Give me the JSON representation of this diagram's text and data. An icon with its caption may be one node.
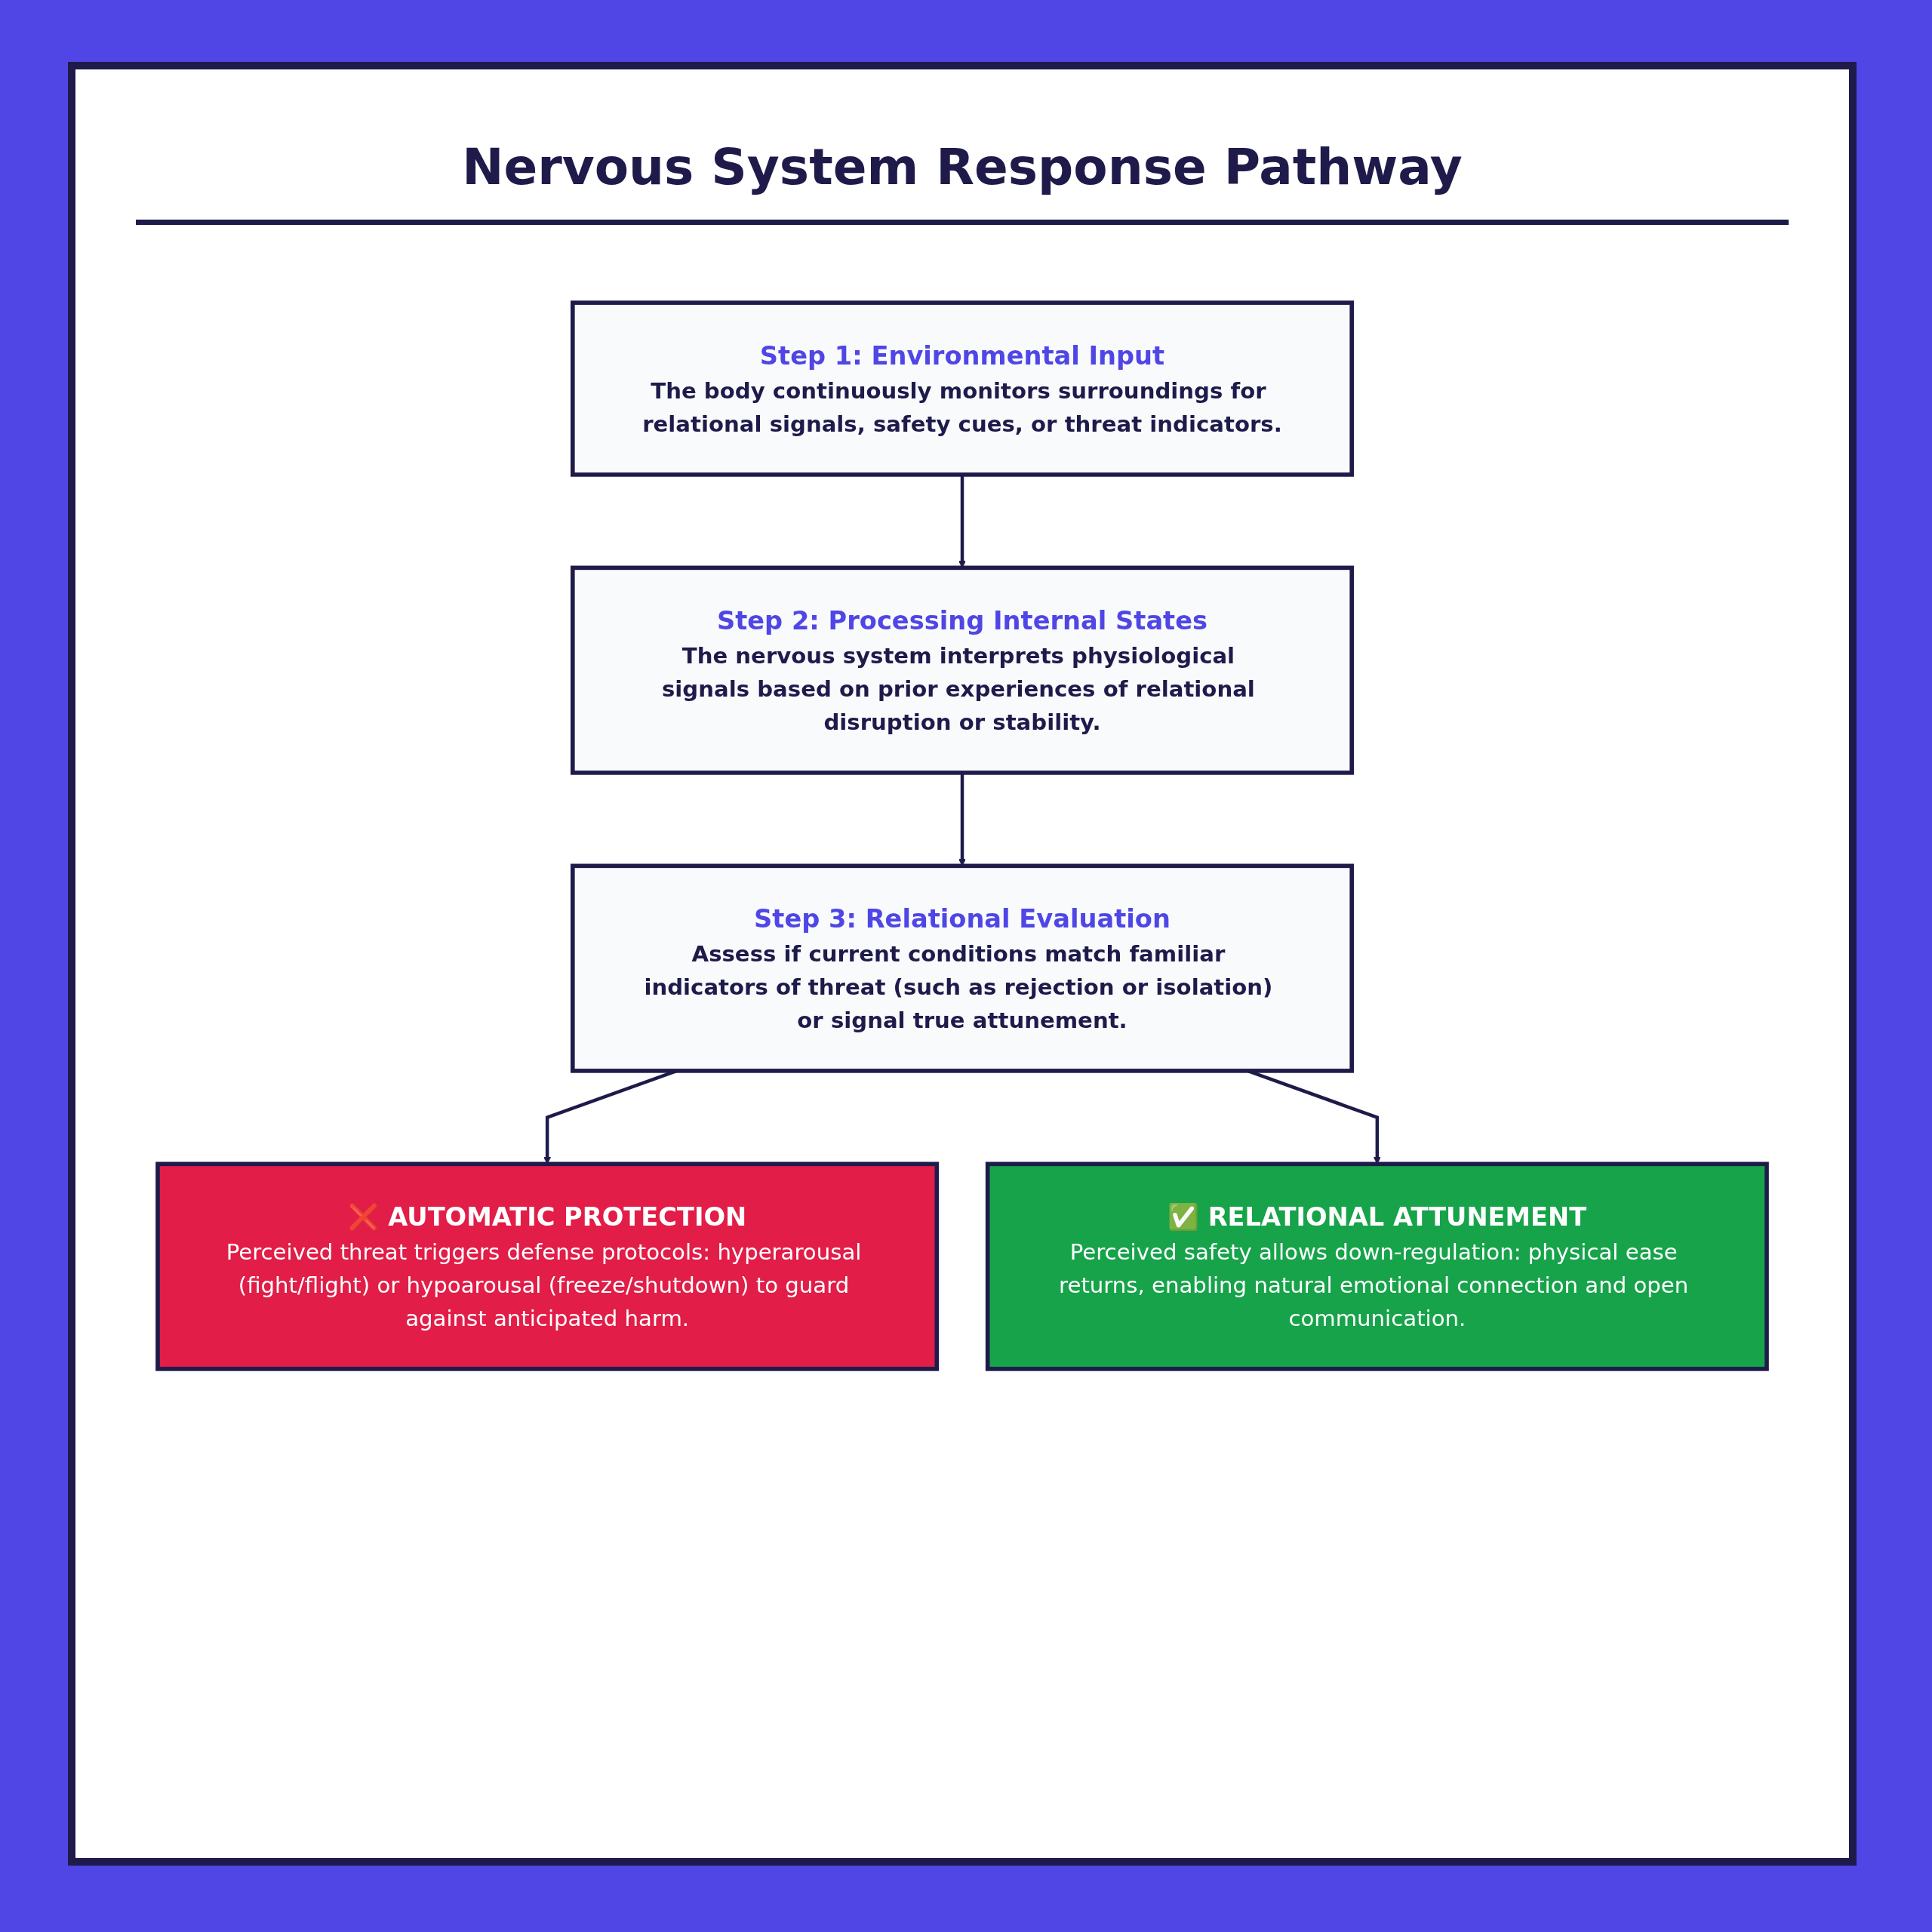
{
  "diagram": {
    "title": "Nervous System Response Pathway",
    "nodes": [
      {
        "text": [
          "Step 1: Environmental Input",
          "The body continuously monitors surroundings for relational signals, safety cues, or threat indicators."
        ]
      },
      {
        "text": [
          "Step 2: Processing Internal States",
          "The nervous system interprets physiological signals based on prior experiences of relational disruption or stability."
        ]
      },
      {
        "text": [
          "Step 3: Relational Evaluation",
          "Assess if current conditions match familiar indicators of threat (such as rejection or isolation) or signal true attunement."
        ]
      },
      {
        "text": [
          "❌ AUTOMATIC PROTECTION",
          "Perceived threat triggers defense protocols: hyperarousal (fight/flight) or hypoarousal (freeze/shutdown) to guard against anticipated harm."
        ]
      },
      {
        "text": [
          "✅ RELATIONAL ATTUNEMENT",
          "Perceived safety allows down-regulation: physical ease returns, enabling natural emotional connection and open communication."
        ]
      }
    ],
    "edges": [
      {
        "from": 0,
        "to": 1,
        "arrow": "to"
      },
      {
        "from": 1,
        "to": 2,
        "arrow": "to"
      },
      {
        "from": 2,
        "to": 3,
        "arrow": "to"
      },
      {
        "from": 2,
        "to": 4,
        "arrow": "to"
      }
    ]
  }
}
